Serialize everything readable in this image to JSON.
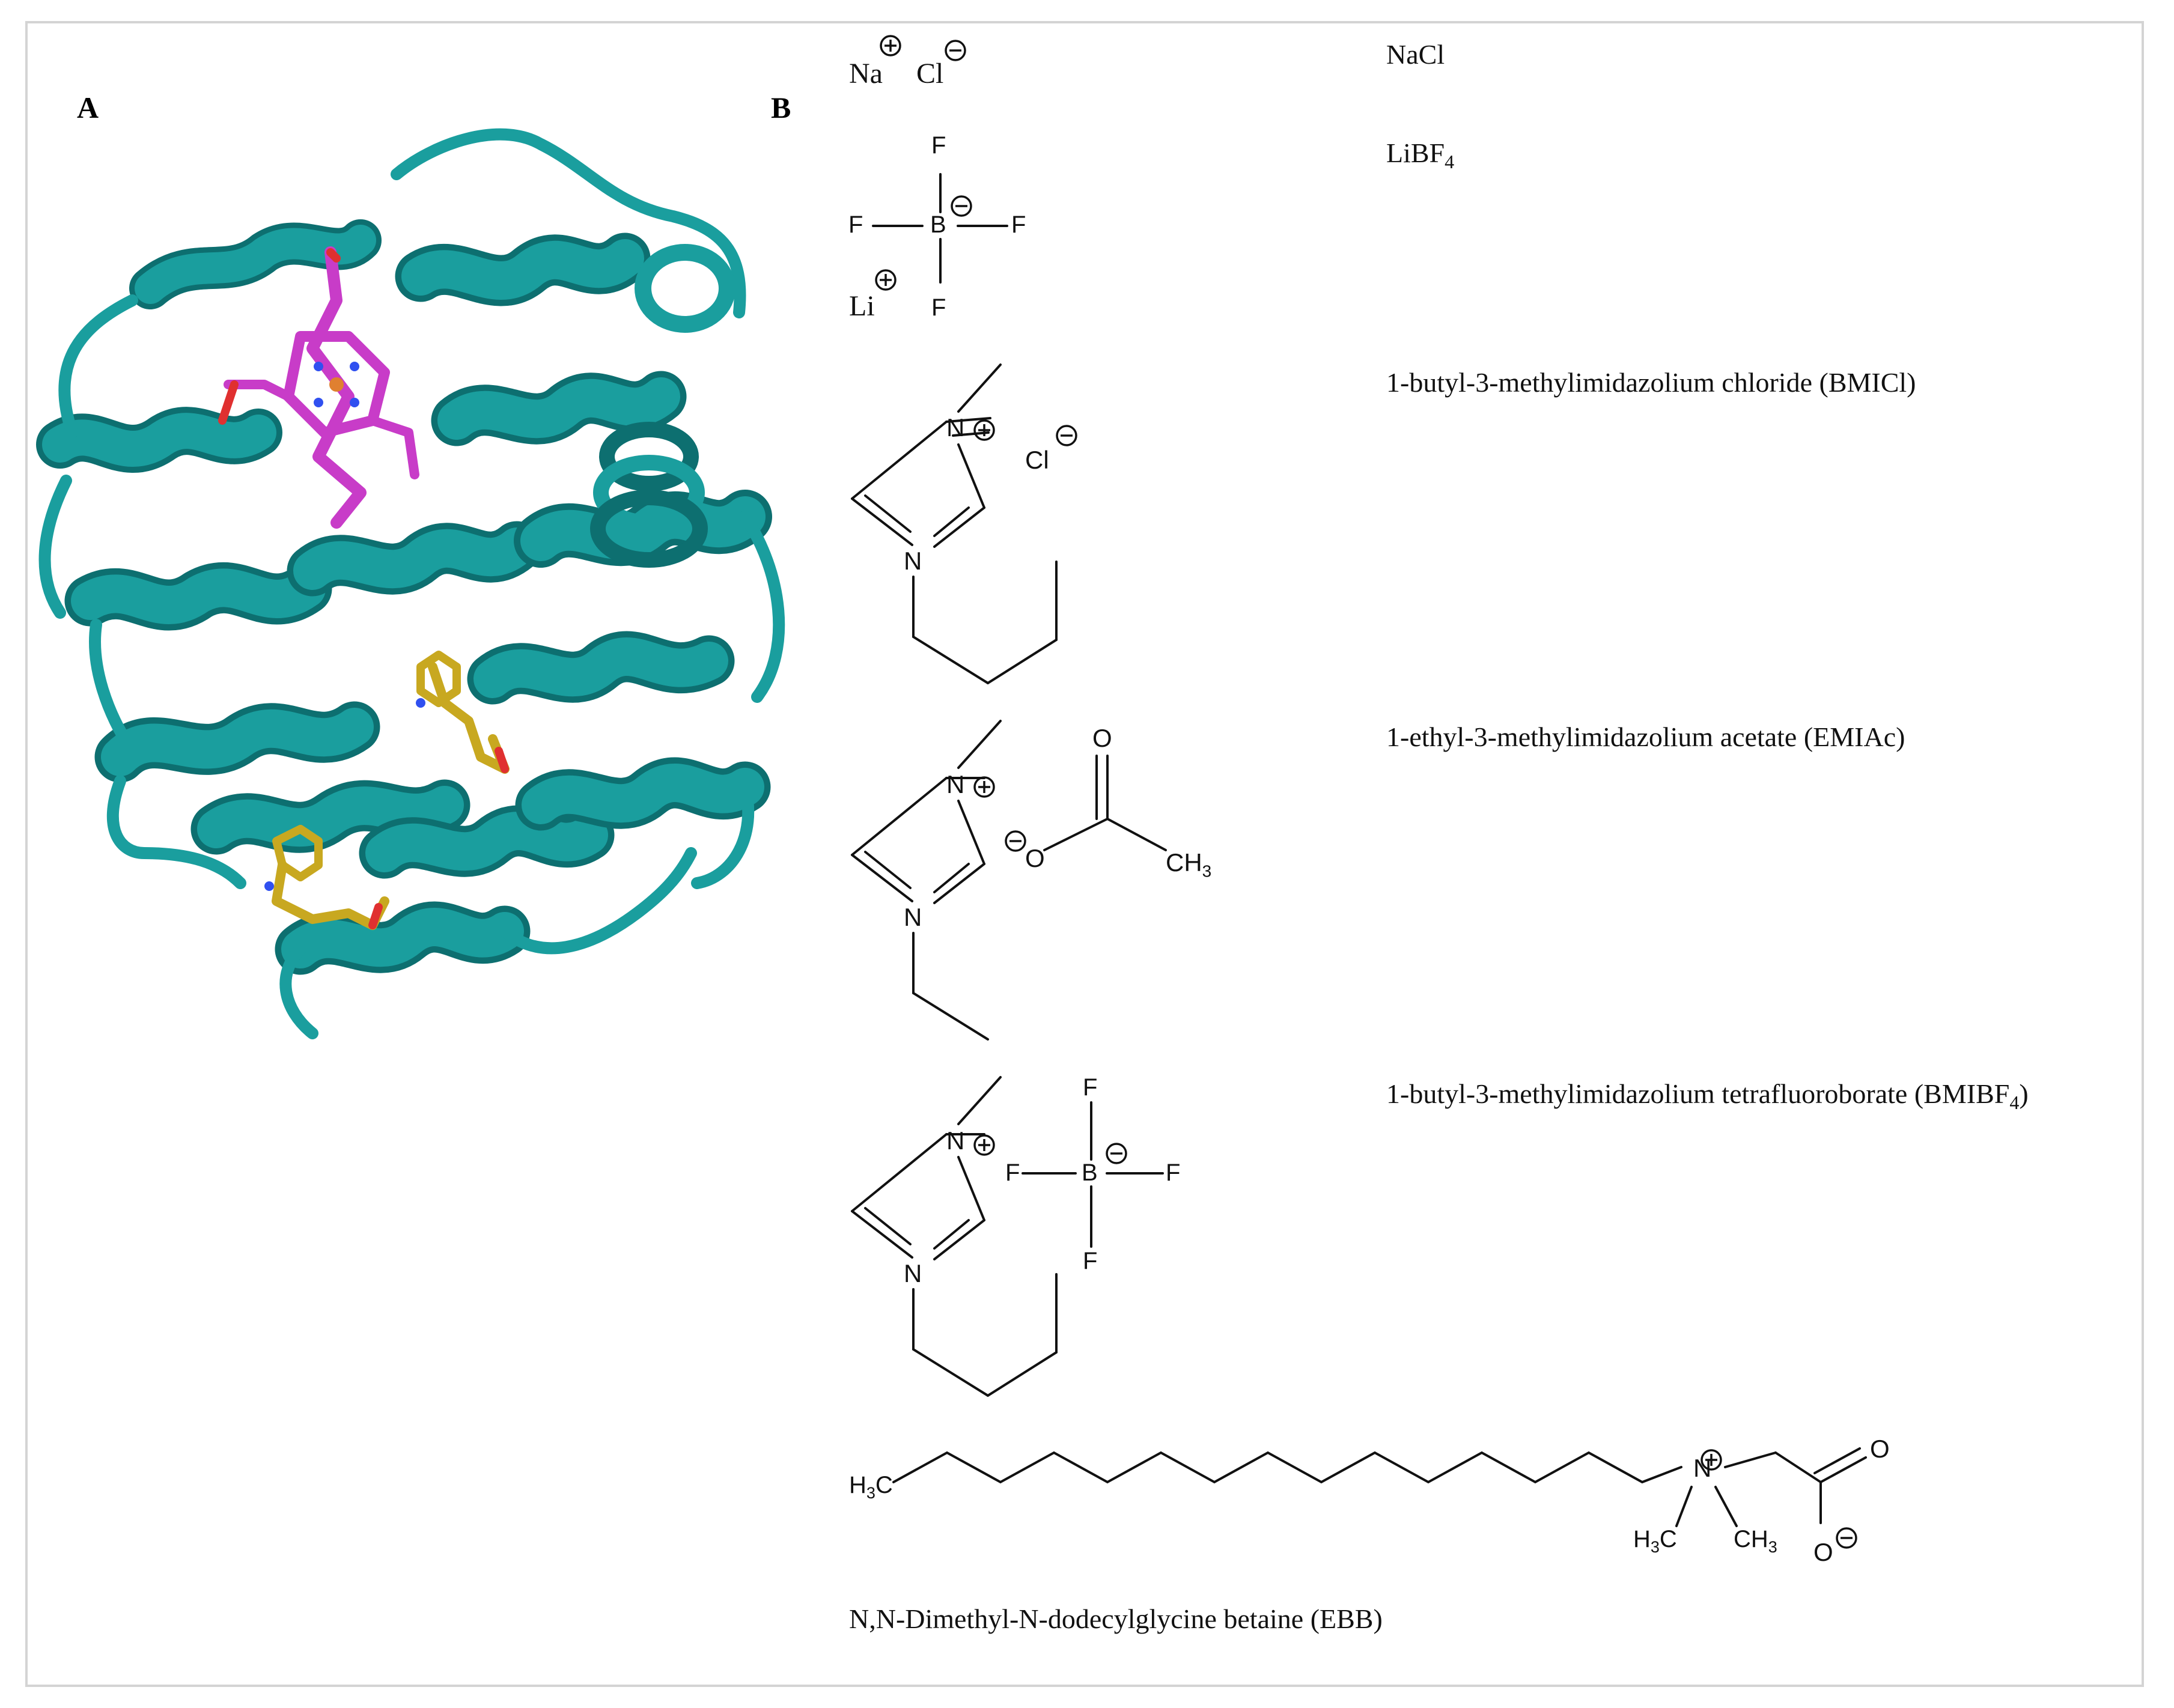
{
  "panels": {
    "a_label": "A",
    "b_label": "B"
  },
  "compounds": [
    {
      "id": "nacl",
      "name": "NaCl",
      "cation": "Na",
      "anion": "Cl"
    },
    {
      "id": "libf4",
      "name_base": "LiBF",
      "name_sub": "4",
      "cation": "Li",
      "center": "B",
      "ligand": "F"
    },
    {
      "id": "bmicl",
      "name": "1-butyl-3-methylimidazolium chloride (BMICl)",
      "ring_n": "N",
      "anion": "Cl"
    },
    {
      "id": "emiac",
      "name": "1-ethyl-3-methylimidazolium acetate (EMIAc)",
      "ring_n": "N",
      "o": "O",
      "ch3_base": "CH",
      "ch3_sub": "3"
    },
    {
      "id": "bmibf4",
      "name_base": "1-butyl-3-methylimidazolium tetrafluoroborate (BMIBF",
      "name_sub": "4",
      "name_end": ")",
      "ring_n": "N",
      "center": "B",
      "ligand": "F"
    },
    {
      "id": "ebb",
      "name": "N,N-Dimethyl-N-dodecylglycine betaine (EBB)",
      "h3c_h": "H",
      "h3c_3": "3",
      "h3c_c": "C",
      "ch3_base": "CH",
      "ch3_sub": "3",
      "n": "N",
      "o": "O"
    }
  ],
  "colors": {
    "protein": "#1a9e9e",
    "protein_dark": "#0d6f70",
    "heme": "#c83cc8",
    "trp": "#c8a820",
    "nitrogen": "#3050f0",
    "oxygen": "#e03030",
    "iron": "#e08030"
  }
}
